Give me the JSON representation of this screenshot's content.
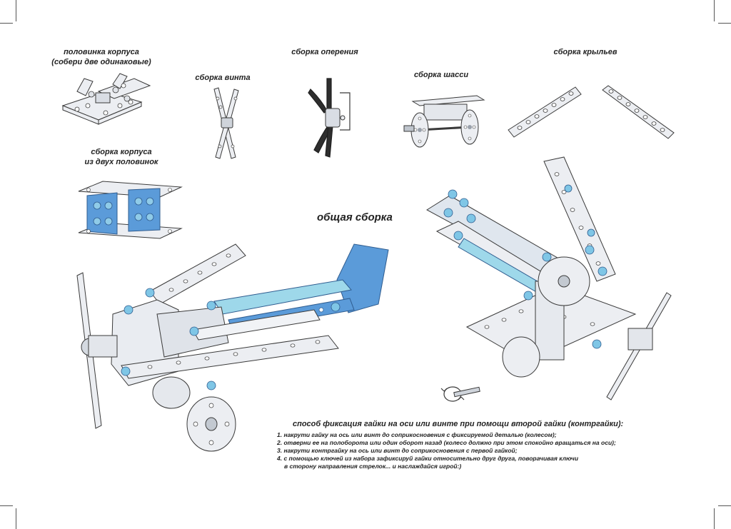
{
  "labels": {
    "hull_half": [
      "половинка корпуса",
      "(собери две одинаковые)"
    ],
    "propeller": "сборка винта",
    "tail": "сборка оперения",
    "chassis": "сборка шасси",
    "wings": "сборка крыльев",
    "hull": [
      "сборка корпуса",
      "из двух половинок"
    ]
  },
  "general_title": "общая сборка",
  "instructions": {
    "title": "способ фиксация гайки на оси или винте при помощи второй гайки (контргайки):",
    "steps": [
      "1. накрути гайку на ось или винт до соприкосновения с фиксируемой деталью (колесом);",
      "2. отверни ее на полоборота или один оборот назад (колесо должно при этом спокойно вращаться на оси);",
      "3. накрути контргайку на ось или винт до соприкосновения с первой гайкой;",
      "4. с помощью ключей из набора зафиксируй гайки относительно друг друга, поворачивая ключи",
      "в сторону направления стрелок... и наслаждайся игрой:)"
    ]
  },
  "colors": {
    "metal": "#eceef2",
    "metal_edge": "#3a3a3a",
    "blue_part": "#5b9bd9",
    "light_blue": "#9ed8ea",
    "nut": "#7fc6e6"
  }
}
